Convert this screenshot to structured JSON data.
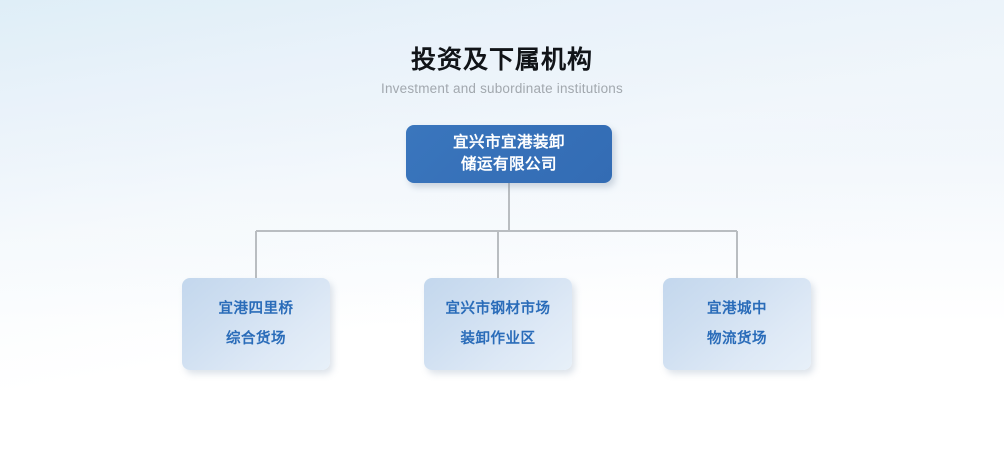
{
  "header": {
    "title": "投资及下属机构",
    "subtitle": "Investment and subordinate institutions"
  },
  "colors": {
    "root_node_bg": "#3670b8",
    "root_node_text": "#ffffff",
    "child_node_bg": "#cfdff1",
    "child_node_text": "#2a6cb9",
    "connector_line": "#b9bdc1",
    "title_text": "#111418",
    "subtitle_text": "#a2a8ae",
    "page_bg_top": "#e8f1f8",
    "page_bg_bottom": "#ffffff"
  },
  "chart_data": {
    "type": "org-chart",
    "title": "投资及下属机构",
    "subtitle": "Investment and subordinate institutions",
    "root": {
      "id": "root",
      "lines": [
        "宜兴市宜港装卸",
        "储运有限公司"
      ],
      "full_name": "宜兴市宜港装卸储运有限公司"
    },
    "children": [
      {
        "id": "child-0",
        "lines": [
          "宜港四里桥",
          "综合货场"
        ],
        "full_name": "宜港四里桥综合货场"
      },
      {
        "id": "child-1",
        "lines": [
          "宜兴市钢材市场",
          "装卸作业区"
        ],
        "full_name": "宜兴市钢材市场装卸作业区"
      },
      {
        "id": "child-2",
        "lines": [
          "宜港城中",
          "物流货场"
        ],
        "full_name": "宜港城中物流货场"
      }
    ],
    "edges": [
      {
        "from": "root",
        "to": "child-0"
      },
      {
        "from": "root",
        "to": "child-1"
      },
      {
        "from": "root",
        "to": "child-2"
      }
    ]
  }
}
